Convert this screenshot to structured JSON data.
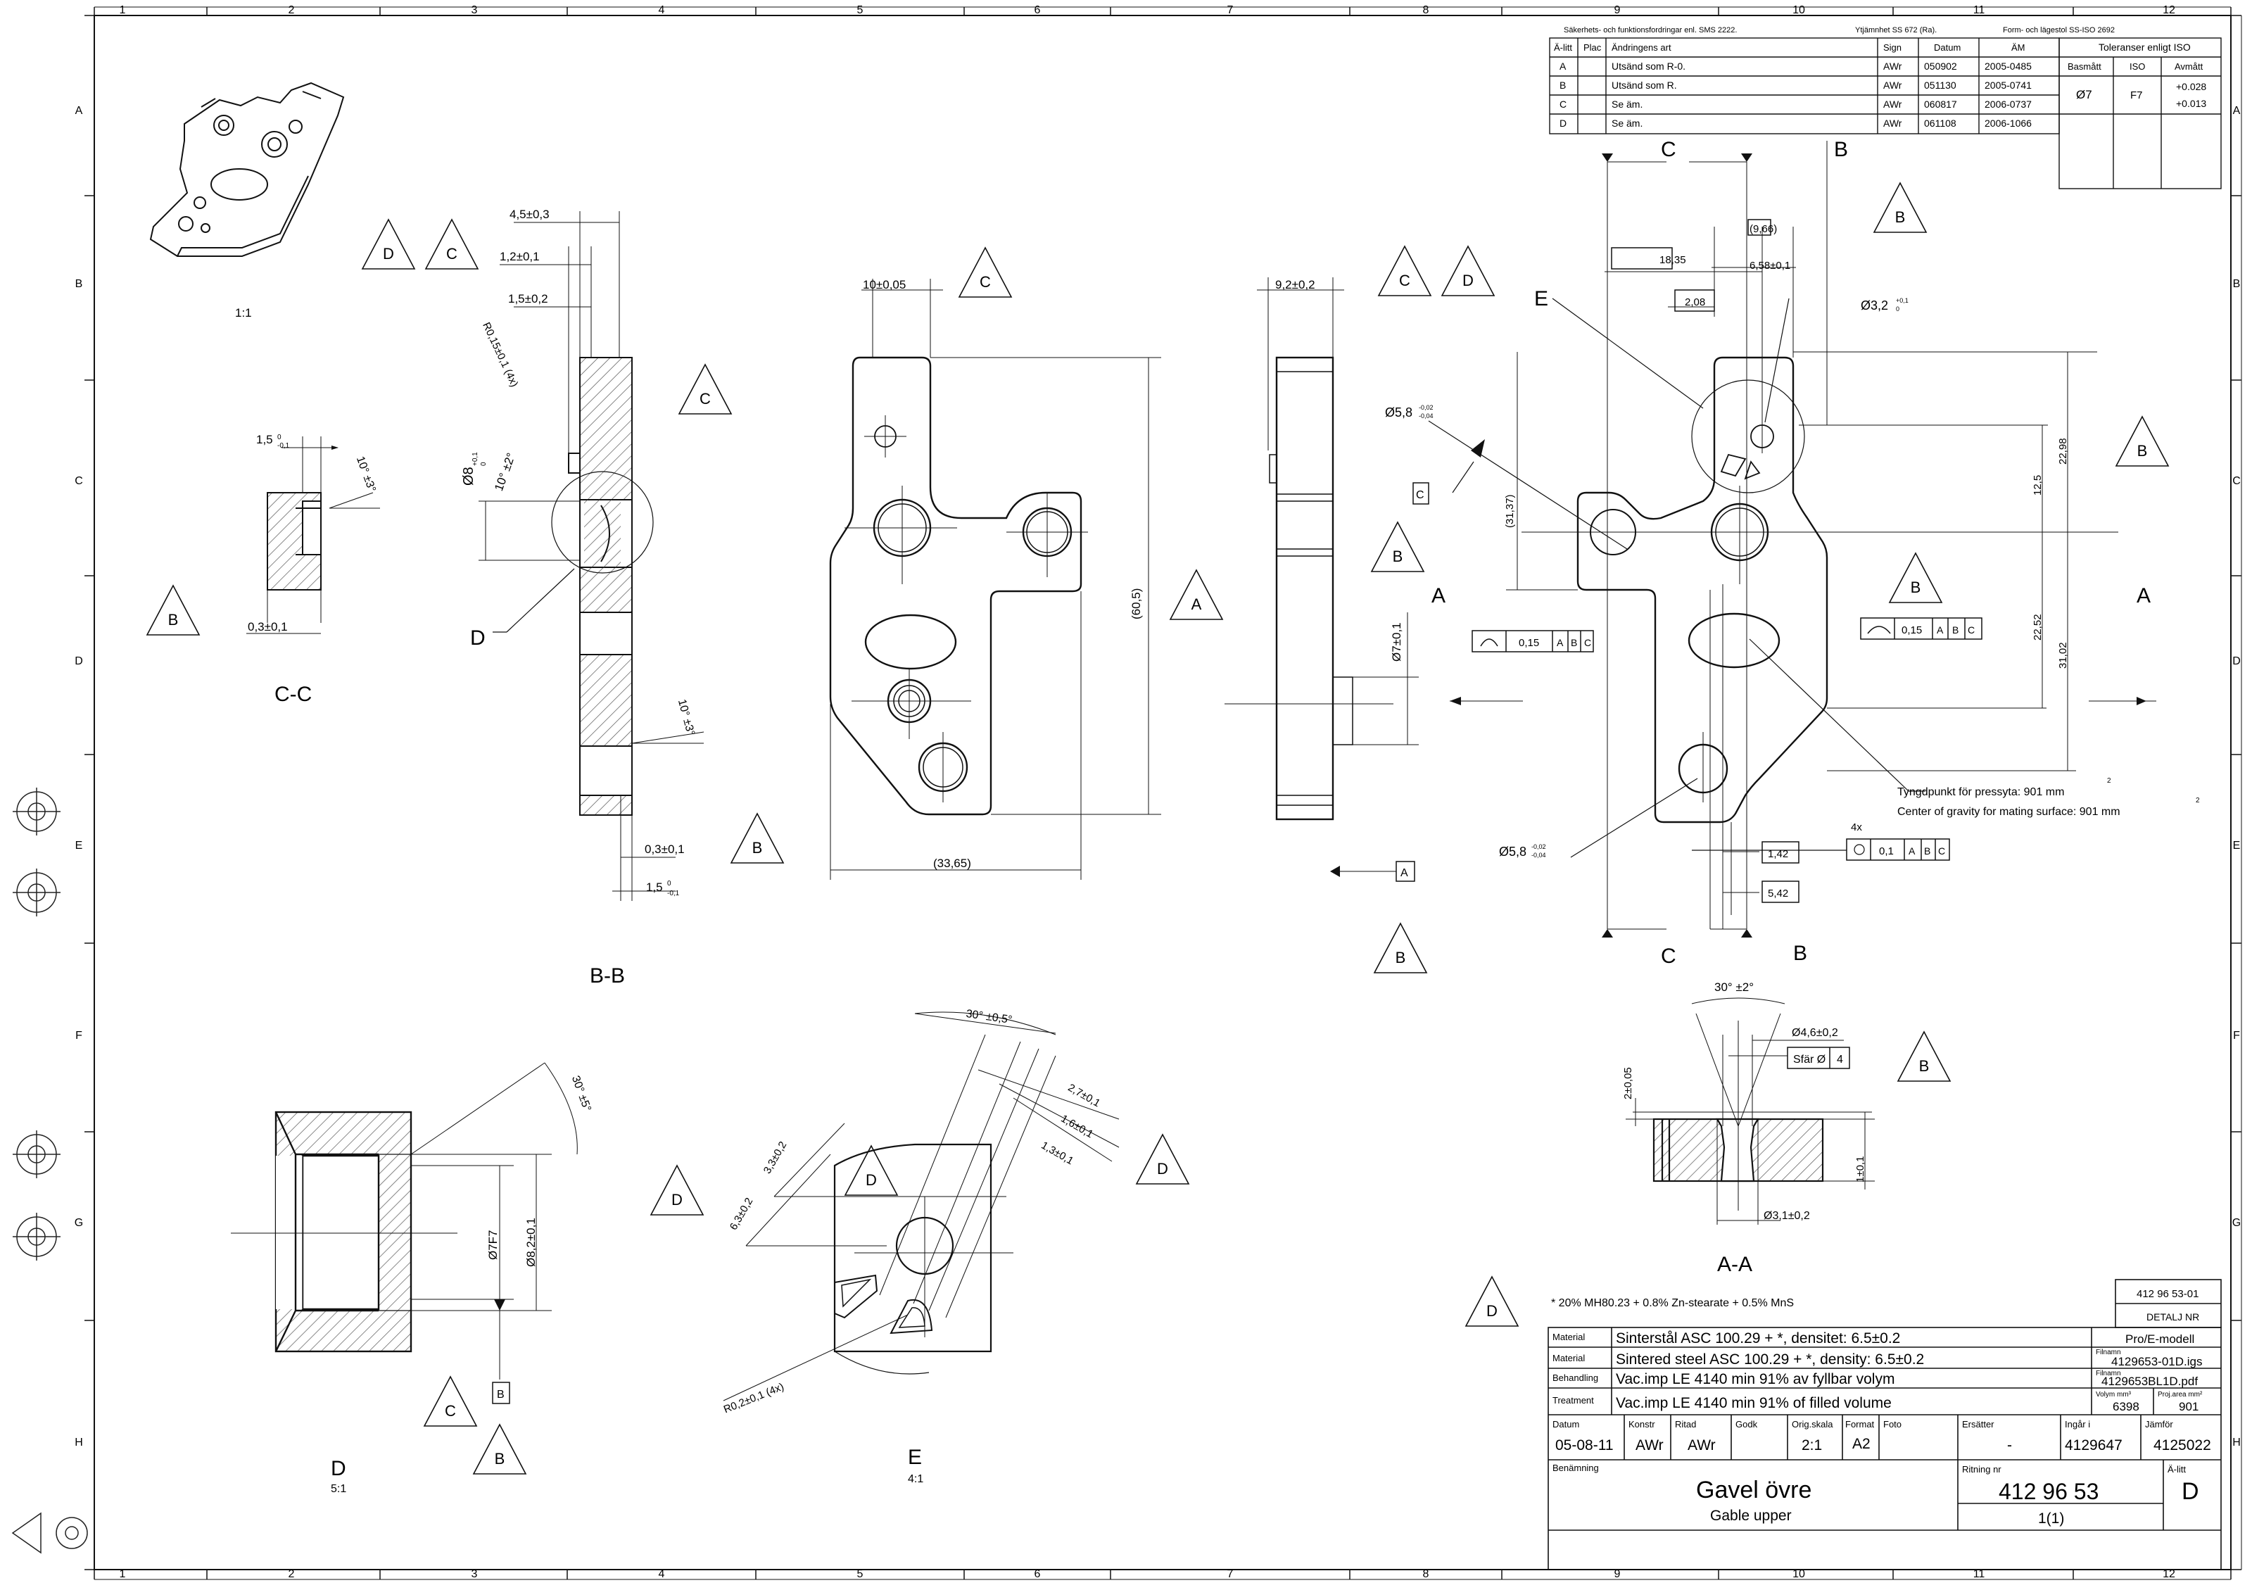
{
  "grid": {
    "columns": [
      "1",
      "2",
      "3",
      "4",
      "5",
      "6",
      "7",
      "8",
      "9",
      "10",
      "11",
      "12"
    ],
    "rows": [
      "A",
      "B",
      "C",
      "D",
      "E",
      "F",
      "G",
      "H"
    ]
  },
  "header_notes": {
    "safety": "Säkerhets- och funktionsfordringar enl. SMS 2222.",
    "surface": "Ytjämnhet SS 672 (Ra).",
    "form": "Form- och lägestol SS-ISO 2692"
  },
  "revision_table": {
    "headers": [
      "Ä-litt",
      "Plac",
      "Ändringens art",
      "Sign",
      "Datum",
      "ÄM"
    ],
    "rows": [
      {
        "litt": "A",
        "plac": "",
        "art": "Utsänd som R-0.",
        "sign": "AWr",
        "datum": "050902",
        "am": "2005-0485"
      },
      {
        "litt": "B",
        "plac": "",
        "art": "Utsänd som R.",
        "sign": "AWr",
        "datum": "051130",
        "am": "2005-0741"
      },
      {
        "litt": "C",
        "plac": "",
        "art": "Se äm.",
        "sign": "AWr",
        "datum": "060817",
        "am": "2006-0737"
      },
      {
        "litt": "D",
        "plac": "",
        "art": "Se äm.",
        "sign": "AWr",
        "datum": "061108",
        "am": "2006-1066"
      }
    ]
  },
  "tolerance_table": {
    "title": "Toleranser enligt ISO",
    "headers": [
      "Basmått",
      "ISO",
      "Avmått"
    ],
    "basmatt": "Ø7",
    "iso": "F7",
    "upper": "+0.028",
    "lower": "+0.013"
  },
  "views": {
    "iso_scale": "1:1",
    "cc_label": "C-C",
    "bb_label": "B-B",
    "aa_label": "A-A",
    "d_label": "D",
    "d_scale": "5:1",
    "e_label": "E",
    "e_scale": "4:1"
  },
  "datum_triangles": [
    "A",
    "B",
    "C",
    "D"
  ],
  "main_view": {
    "section_letters": {
      "c": "C",
      "b": "B",
      "a": "A",
      "e": "E"
    },
    "dims": {
      "d966": "(9,66)",
      "d1835": "18,35",
      "d658": "6,58±0,1",
      "d208": "2,08",
      "d32": "Ø3,2",
      "d32_tol_up": "+0,1",
      "d32_tol_lo": "0",
      "d58a": "Ø5,8",
      "d58a_tol_up": "-0,02",
      "d58a_tol_lo": "-0,04",
      "d58b": "Ø5,8",
      "d58b_tol_up": "-0,02",
      "d58b_tol_lo": "-0,04",
      "d3137": "(31,37)",
      "d125": "12,5",
      "d2298": "22,98",
      "d2252": "22,52",
      "d3102": "31,02",
      "d142": "1,42",
      "d542": "5,42",
      "fcf_a_value": "0,15",
      "fcf_b_value": "0,15",
      "fcf_c_value": "0,1",
      "fcf_c_count": "4x",
      "fcf_a_ref1": "A",
      "fcf_a_ref2": "B",
      "fcf_a_ref3": "C",
      "datum_c_box": "C",
      "datum_a_box": "A",
      "cog_sv": "Tyngdpunkt för pressyta: 901 mm",
      "cog_en": "Center of gravity for mating surface: 901 mm",
      "cog_sup1": "2",
      "cog_sup2": "2"
    }
  },
  "front_view": {
    "d10": "10±0,05",
    "d605": "(60,5)",
    "d3365": "(33,65)"
  },
  "side_view": {
    "d92": "9,2±0,2",
    "d7": "Ø7±0,1"
  },
  "bb_view": {
    "d45": "4,5±0,3",
    "d12": "1,2±0,1",
    "d15": "1,5±0,2",
    "r": "R0,15±0,1 (4x)",
    "d8": "Ø8",
    "d8_tol_up": "+0,1",
    "d8_tol_lo": "0",
    "ang1": "10° ±2°",
    "ang2": "10° ±3°",
    "d03": "0,3±0,1",
    "d15b": "1,5",
    "d15b_tol_up": "0",
    "d15b_tol_lo": "-0,1",
    "detail_ref": "D"
  },
  "cc_view": {
    "d15": "1,5",
    "d15_tol_up": "0",
    "d15_tol_lo": "-0,1",
    "ang": "10° ±3°",
    "d03": "0,3±0,1"
  },
  "d_view": {
    "ang": "30° ±5°",
    "d7f7": "Ø7F7",
    "d82": "Ø8,2±0,1"
  },
  "e_view": {
    "ang": "30° ±0,5°",
    "d27": "2,7±0,1",
    "d16": "1,6±0,1",
    "d13": "1,3±0,1",
    "d33": "3,3±0,2",
    "d63": "6,3±0,2",
    "r02": "R0,2±0,1 (4x)"
  },
  "aa_view": {
    "ang": "30° ±2°",
    "d46": "Ø4,6±0,2",
    "sfar": "Sfär Ø",
    "sfar_val": "4",
    "h2": "2±0,05",
    "h1": "1±0,1",
    "d31": "Ø3,1±0,2"
  },
  "title_block": {
    "note": "* 20% MH80.23 + 0.8% Zn-stearate + 0.5% MnS",
    "detalj_number": "412 96 53-01",
    "detalj_nr_label": "DETALJ NR",
    "material_label_sv": "Material",
    "material_sv": "Sinterstål ASC 100.29 + *, densitet: 6.5±0.2",
    "proe_label": "Pro/E-modell",
    "material_label_en": "Material",
    "material_en": "Sintered steel ASC 100.29 + *, density: 6.5±0.2",
    "filnamn_label1": "Filnamn",
    "filnamn1": "4129653-01D.igs",
    "behandling_label": "Behandling",
    "behandling": "Vac.imp LE 4140 min 91% av fyllbar volym",
    "filnamn_label2": "Filnamn",
    "filnamn2": "4129653BL1D.pdf",
    "treatment_label": "Treatment",
    "treatment": "Vac.imp LE 4140 min 91% of filled volume",
    "volym_label": "Volym mm³",
    "volym": "6398",
    "projarea_label": "Proj.area mm²",
    "projarea": "901",
    "datum_label": "Datum",
    "datum": "05-08-11",
    "konstr_label": "Konstr",
    "konstr": "AWr",
    "ritad_label": "Ritad",
    "ritad": "AWr",
    "godk_label": "Godk",
    "godk": "",
    "skala_label": "Orig.skala",
    "skala": "2:1",
    "format_label": "Format",
    "format": "A2",
    "foto_label": "Foto",
    "foto": "",
    "ersatter_label": "Ersätter",
    "ersatter": "-",
    "ingar_label": "Ingår i",
    "ingar": "4129647",
    "jamfor_label": "Jämför",
    "jamfor": "4125022",
    "benamning_label": "Benämning",
    "name_sv": "Gavel övre",
    "name_en": "Gable upper",
    "ritning_label": "Ritning nr",
    "ritning": "412 96 53",
    "sheet": "1(1)",
    "alitt_label": "Ä-litt",
    "alitt": "D"
  },
  "colors": {
    "line": "#111111",
    "hatch": "#444444",
    "paper": "#ffffff"
  }
}
